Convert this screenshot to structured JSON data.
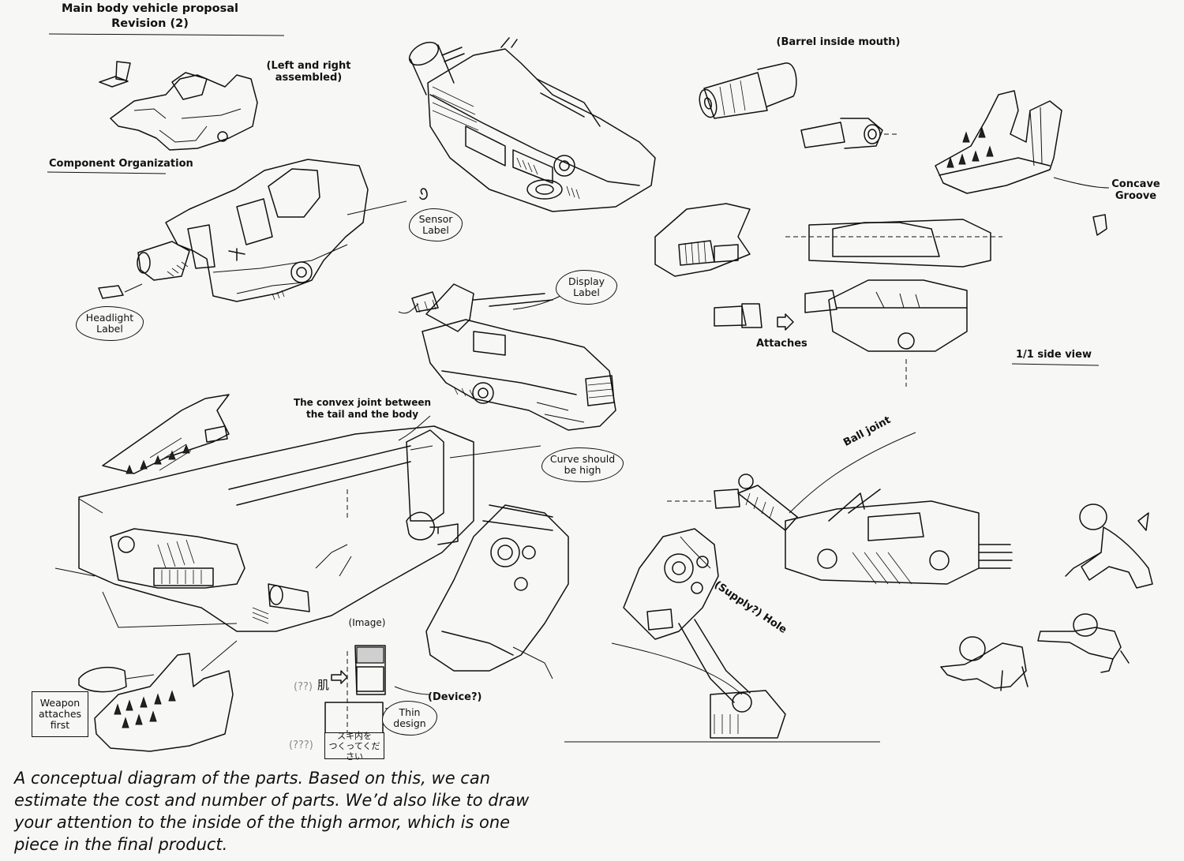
{
  "header": {
    "title_line1": "Main body vehicle proposal",
    "title_line2": "Revision (2)"
  },
  "labels": {
    "left_right_assembled": "(Left and right\nassembled)",
    "component_organization": "Component Organization",
    "sensor_label": "Sensor\nLabel",
    "headlight_label": "Headlight\nLabel",
    "display_label": "Display\nLabel",
    "barrel_inside_mouth": "(Barrel inside mouth)",
    "concave_groove": "Concave\nGroove",
    "attaches": "Attaches",
    "side_view": "1/1 side view",
    "convex_joint": "The convex joint between\nthe tail and the body",
    "curve_high": "Curve should\nbe high",
    "ball_joint": "Ball joint",
    "supply_hole": "(Supply?) Hole",
    "image": "(Image)",
    "unknown2": "(??)",
    "kanji_small": "肌",
    "device": "(Device?)",
    "thin_design": "Thin\ndesign",
    "unknown3": "(???)",
    "japanese_note": "スキ内を\nつくってください",
    "weapon_attaches": "Weapon\nattaches\nfirst"
  },
  "caption": "A conceptual diagram of the parts. Based on this, we can\nestimate the cost and number of parts. We’d also like to draw\nyour attention to the inside of the thigh armor, which is one\npiece in the final product.",
  "icons": [
    "vehicle-body-sketch",
    "exploded-parts-sketch",
    "cannon-barrel-sketch",
    "claw-jaw-sketch",
    "leg-joint-sketch",
    "pilot-figure-sketch"
  ]
}
